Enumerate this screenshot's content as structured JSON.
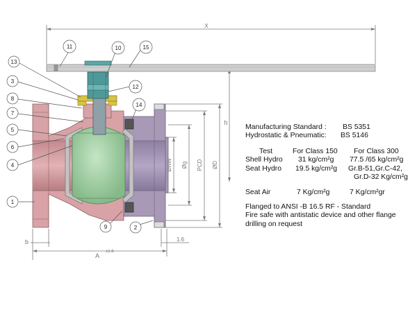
{
  "diagram": {
    "dimensions": {
      "overall_length": "X",
      "height": "h",
      "face_to_face": "A",
      "face_to_face_tolerance": "±1.6",
      "flange_thickness": "b",
      "raised_face": "1.6",
      "nominal_bore": "ØNW",
      "raised_face_dia": "Øg",
      "pcd": "PCD",
      "outer_dia": "ØD"
    },
    "callouts": [
      "1",
      "2",
      "3",
      "4",
      "5",
      "6",
      "7",
      "8",
      "9",
      "10",
      "11",
      "12",
      "13",
      "14",
      "15"
    ]
  },
  "specs": {
    "mfg_label": "Manufacturing Standard :",
    "mfg_value": "BS 5351",
    "hydro_label": "Hydrostatic & Pneumatic:",
    "hydro_value": "BS 5146",
    "table_header": {
      "test": "Test",
      "class150": "For Class 150",
      "class300": "For Class 300"
    },
    "shell_hydro": {
      "label": "Shell Hydro",
      "class150": "31 kg/cm²g",
      "class300": "77.5 /65  kg/cm²g"
    },
    "seat_hydro": {
      "label": "Seat Hydro",
      "class150": "19.5 kg/cm²g",
      "class300_1": "Gr.B-51,Gr.C-42,",
      "class300_2": "Gr.D-32 Kg/cm²g"
    },
    "seat_air": {
      "label": "Seat Air",
      "class150": "7 Kg/cm²g",
      "class300": "7 Kg/cm²gr"
    },
    "flanged": "Flanged to ANSI -B 16.5 RF - Standard",
    "fire_safe_1": "Fire safe with antistatic device and other flange",
    "fire_safe_2": "drilling on request"
  },
  "colors": {
    "body_left": "#d8a2a6",
    "body_right": "#a89ab6",
    "ball": "#a6d2a8",
    "seat_ring": "#c3c3c3",
    "stem": "#4e9a9a",
    "gland": "#d7c445",
    "handle": "#c9c9c9",
    "dimension_line": "#777777"
  }
}
